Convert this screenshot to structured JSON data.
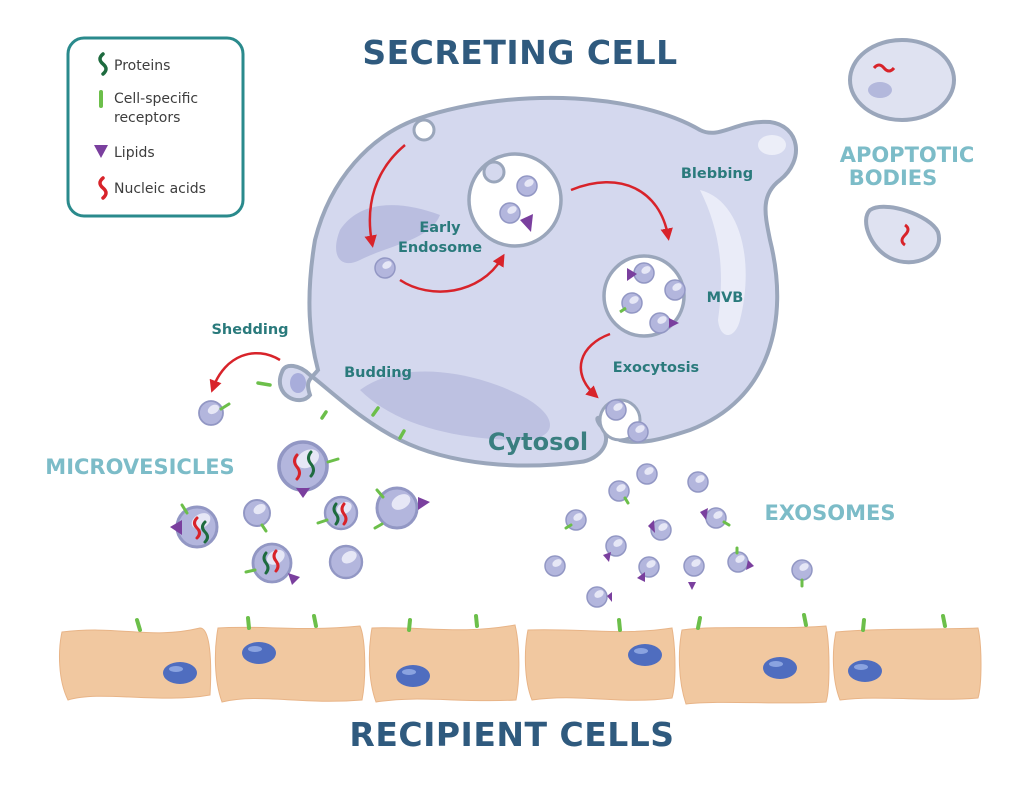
{
  "titles": {
    "top": "SECRETING CELL",
    "bottom": "RECIPIENT CELLS"
  },
  "legend": {
    "items": [
      {
        "icon": "protein-strand-icon",
        "label": "Proteins",
        "color": "#1e6b3f"
      },
      {
        "icon": "receptor-bar-icon",
        "label_line1": "Cell-specific",
        "label_line2": "receptors",
        "color": "#6cbf4a"
      },
      {
        "icon": "lipid-triangle-icon",
        "label": "Lipids",
        "color": "#7a3f9e"
      },
      {
        "icon": "nucleic-acid-strand-icon",
        "label": "Nucleic acids",
        "color": "#d8232a"
      }
    ],
    "border_color": "#2a8a8c"
  },
  "group_labels": {
    "apoptotic_line1": "APOPTOTIC",
    "apoptotic_line2": "BODIES",
    "microvesicles": "MICROVESICLES",
    "exosomes": "EXOSOMES"
  },
  "process_labels": {
    "early_line1": "Early",
    "early_line2": "Endosome",
    "blebbing": "Blebbing",
    "mvb": "MVB",
    "shedding": "Shedding",
    "budding": "Budding",
    "exocytosis": "Exocytosis",
    "cytosol": "Cytosol"
  },
  "colors": {
    "title": "#2f5a7e",
    "group_label": "#7cbcc8",
    "process_label": "#2a7a7c",
    "arrow": "#d8232a",
    "cell_fill": "#d4d8ee",
    "cell_stroke": "#9aa6bb",
    "recipient_fill": "#f1c8a0",
    "nucleus": "#4f6dbf",
    "vesicle": "#b3b6dd"
  }
}
